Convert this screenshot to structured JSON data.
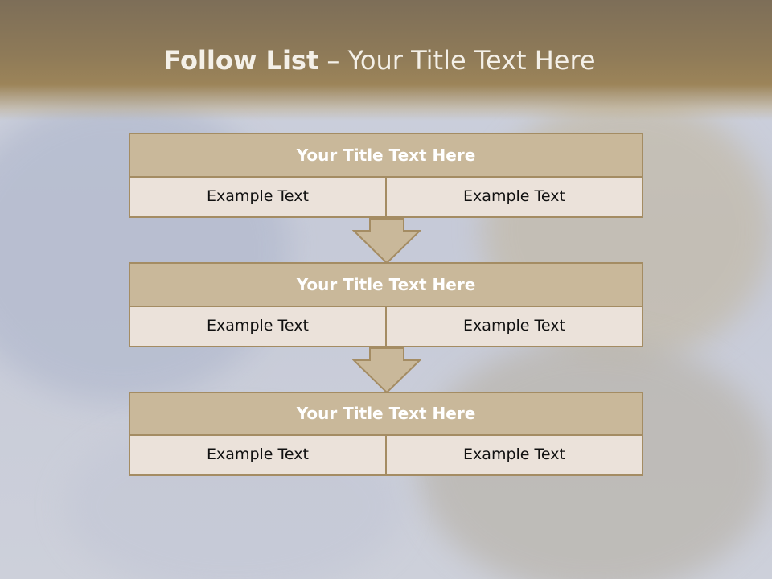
{
  "title": {
    "bold": "Follow List",
    "rest": " – Your Title Text Here"
  },
  "blocks": [
    {
      "title": "Your Title Text Here",
      "left": "Example Text",
      "right": "Example Text"
    },
    {
      "title": "Your Title Text Here",
      "left": "Example Text",
      "right": "Example Text"
    },
    {
      "title": "Your Title Text Here",
      "left": "Example Text",
      "right": "Example Text"
    }
  ],
  "colors": {
    "header": "#8e7a58",
    "box_title": "#c9b89a",
    "box_cell": "#ebe2da",
    "border": "#a48c63"
  }
}
